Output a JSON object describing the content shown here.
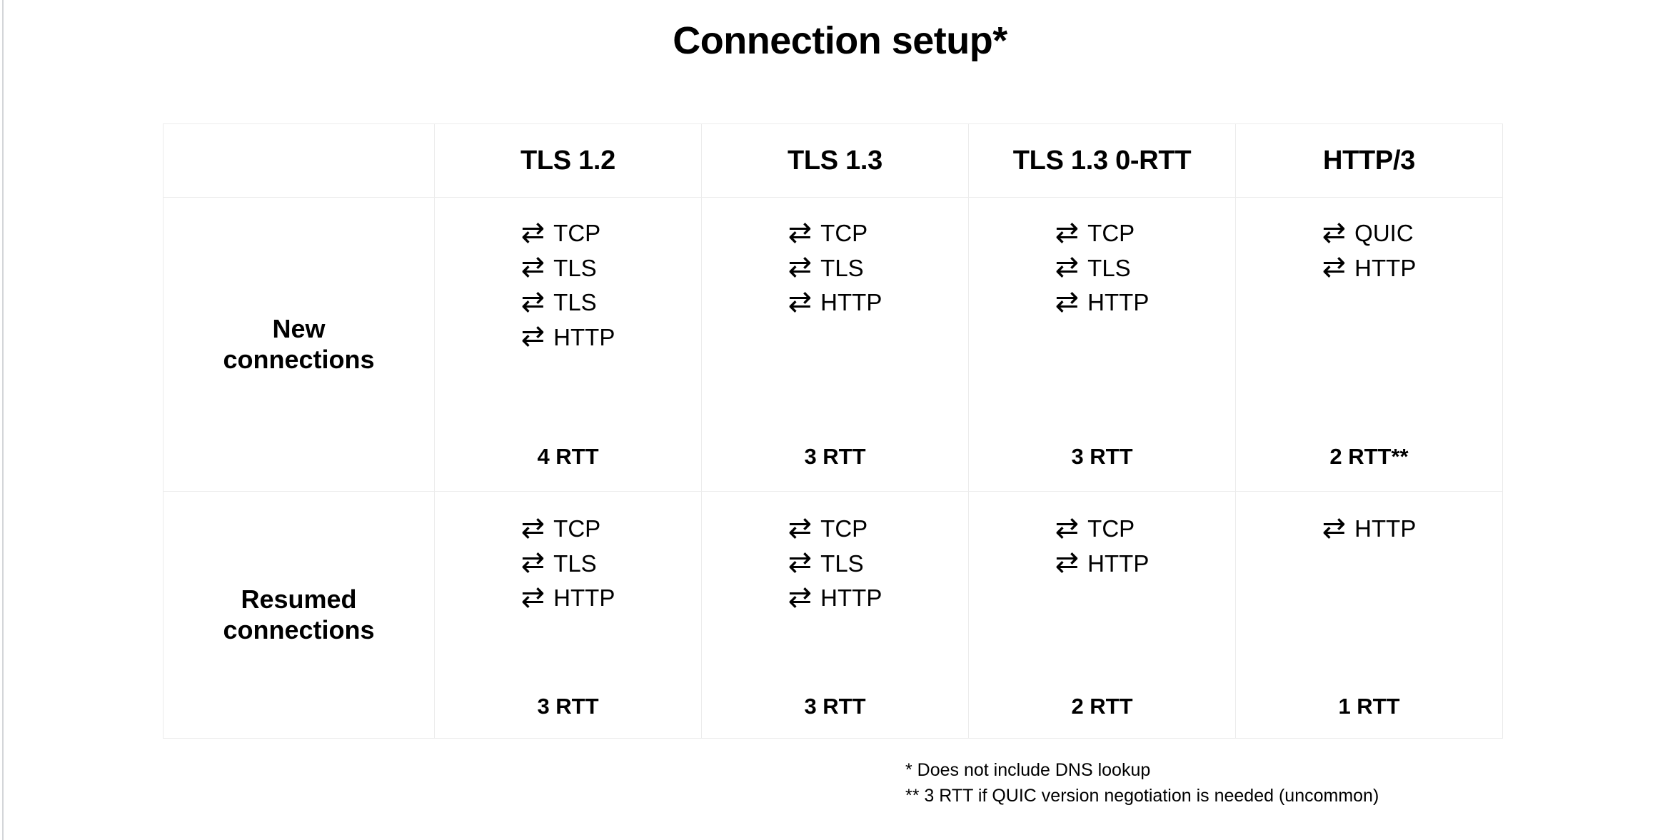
{
  "title": "Connection setup*",
  "icons": {
    "exchange_arrow": "⇄"
  },
  "table": {
    "corner_label": "",
    "columns": [
      "TLS 1.2",
      "TLS 1.3",
      "TLS 1.3 0-RTT",
      "HTTP/3"
    ],
    "rows": [
      {
        "label_line1": "New",
        "label_line2": "connections",
        "cells": [
          {
            "steps": [
              "TCP",
              "TLS",
              "TLS",
              "HTTP"
            ],
            "rtt": "4 RTT"
          },
          {
            "steps": [
              "TCP",
              "TLS",
              "HTTP"
            ],
            "rtt": "3 RTT"
          },
          {
            "steps": [
              "TCP",
              "TLS",
              "HTTP"
            ],
            "rtt": "3 RTT"
          },
          {
            "steps": [
              "QUIC",
              "HTTP"
            ],
            "rtt": "2 RTT**"
          }
        ]
      },
      {
        "label_line1": "Resumed",
        "label_line2": "connections",
        "cells": [
          {
            "steps": [
              "TCP",
              "TLS",
              "HTTP"
            ],
            "rtt": "3 RTT"
          },
          {
            "steps": [
              "TCP",
              "TLS",
              "HTTP"
            ],
            "rtt": "3 RTT"
          },
          {
            "steps": [
              "TCP",
              "HTTP"
            ],
            "rtt": "2 RTT"
          },
          {
            "steps": [
              "HTTP"
            ],
            "rtt": "1 RTT"
          }
        ]
      }
    ]
  },
  "footnotes": [
    "* Does not include DNS lookup",
    "** 3 RTT if QUIC version negotiation is needed (uncommon)"
  ],
  "colors": {
    "text": "#000000",
    "background": "#ffffff",
    "grid_line": "#ececec",
    "slide_edge": "#d4d6d9"
  }
}
